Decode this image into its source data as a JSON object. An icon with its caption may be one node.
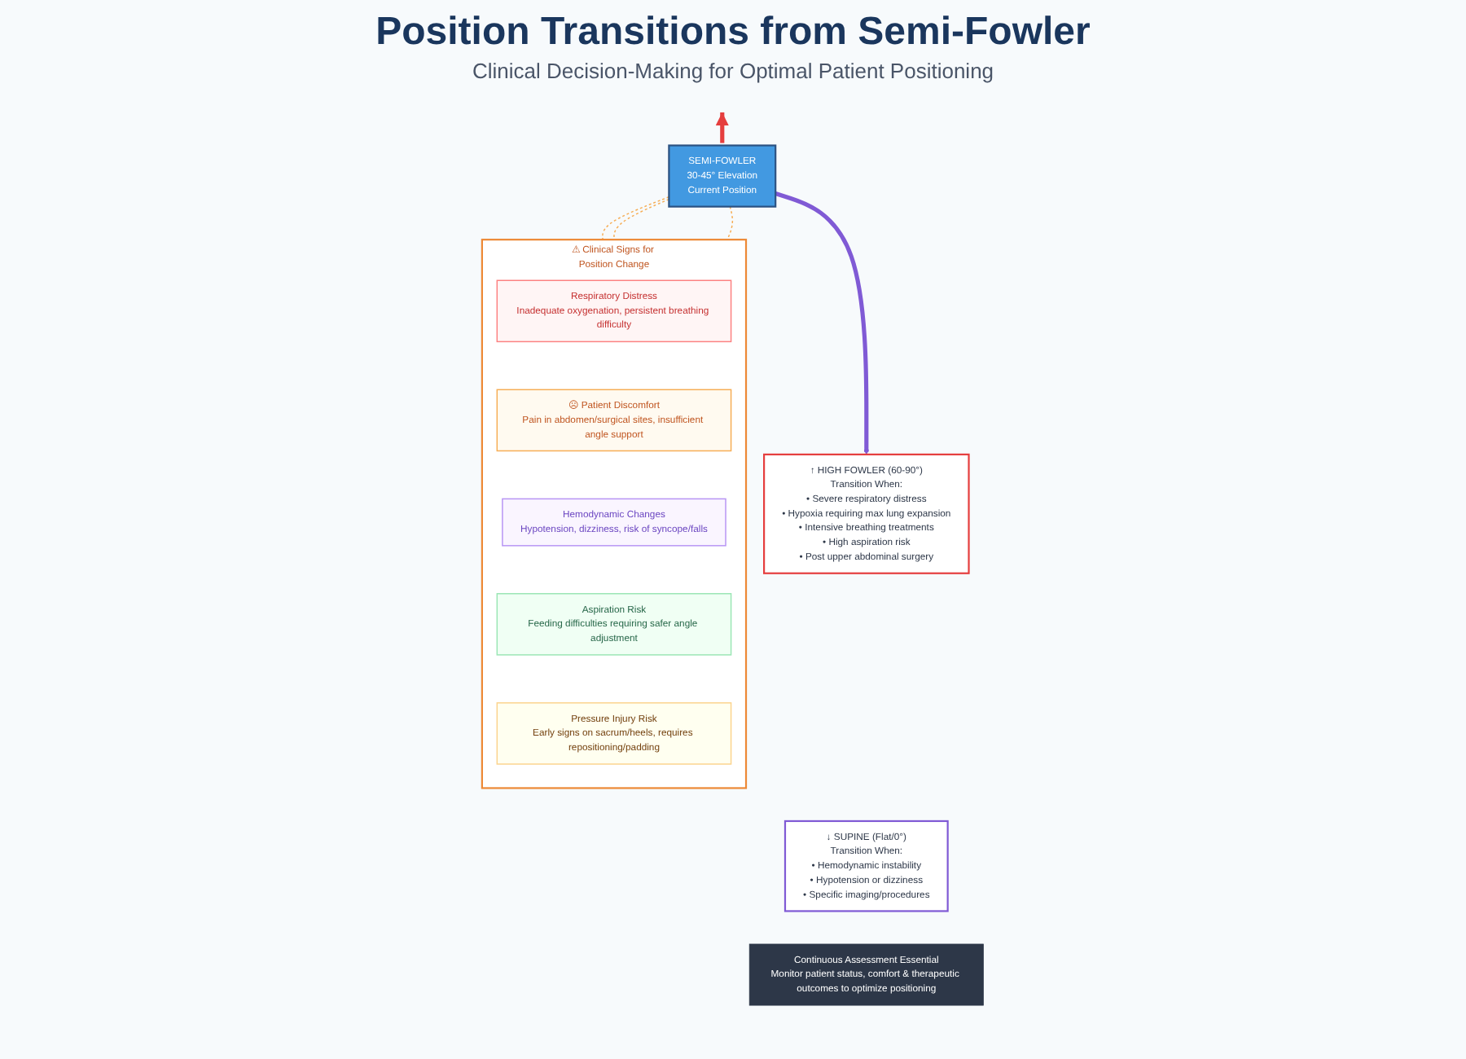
{
  "diagram": {
    "title": "Position Transitions from Semi-Fowler",
    "nodes": [
      {
        "text": [
          "SEMI-FOWLER",
          "30-45° Elevation",
          "Current Position"
        ]
      },
      {
        "text": [
          "↑ HIGH FOWLER (60-90°)",
          "Transition When:",
          "• Severe respiratory distress",
          "• Hypoxia requiring max lung expansion",
          "• Intensive breathing treatments",
          "• High aspiration risk",
          "• Post upper abdominal surgery"
        ]
      },
      {
        "text": [
          "↓ SUPINE (Flat/0°)",
          "Transition When:",
          "• Hemodynamic instability",
          "• Hypotension or dizziness",
          "• Specific imaging/procedures"
        ]
      },
      {
        "text": [
          "⚠ Clinical Signs for Position Change"
        ]
      },
      {
        "text": [
          "Respiratory Distress",
          "Inadequate oxygenation, persistent breathing difficulty"
        ],
        "in": 3
      },
      {
        "text": [
          "☹ Patient Discomfort",
          "Pain in abdomen/surgical sites, insufficient angle support"
        ],
        "in": 3
      },
      {
        "text": [
          "Hemodynamic Changes",
          "Hypotension, dizziness, risk of syncope/falls"
        ],
        "in": 3
      },
      {
        "text": [
          "Aspiration Risk",
          "Feeding difficulties requiring safer angle adjustment"
        ],
        "in": 3
      },
      {
        "text": [
          "Pressure Injury Risk",
          "Early signs on sacrum/heels, requires repositioning/padding"
        ],
        "in": 3
      },
      {
        "text": [
          "Continuous Assessment Essential",
          "Monitor patient status, comfort & therapeutic outcomes to optimize positioning"
        ]
      }
    ],
    "edges": [
      {
        "from": 0,
        "to": null,
        "arrow": "to",
        "style": "thick",
        "color": "#e53e3e"
      },
      {
        "from": 0,
        "to": 1,
        "arrow": "to",
        "style": "thick",
        "color": "#805ad5"
      },
      {
        "from": 0,
        "to": 3,
        "arrow": "none",
        "style": "dashed",
        "color": "#f6ad55"
      },
      {
        "from": 0,
        "to": 3,
        "arrow": "none",
        "style": "dashed",
        "color": "#f6ad55"
      },
      {
        "from": 0,
        "to": 3,
        "arrow": "none",
        "style": "dashed",
        "color": "#f6ad55"
      }
    ],
    "labels": [
      "Clinical Decision-Making for Optimal Patient Positioning"
    ]
  }
}
